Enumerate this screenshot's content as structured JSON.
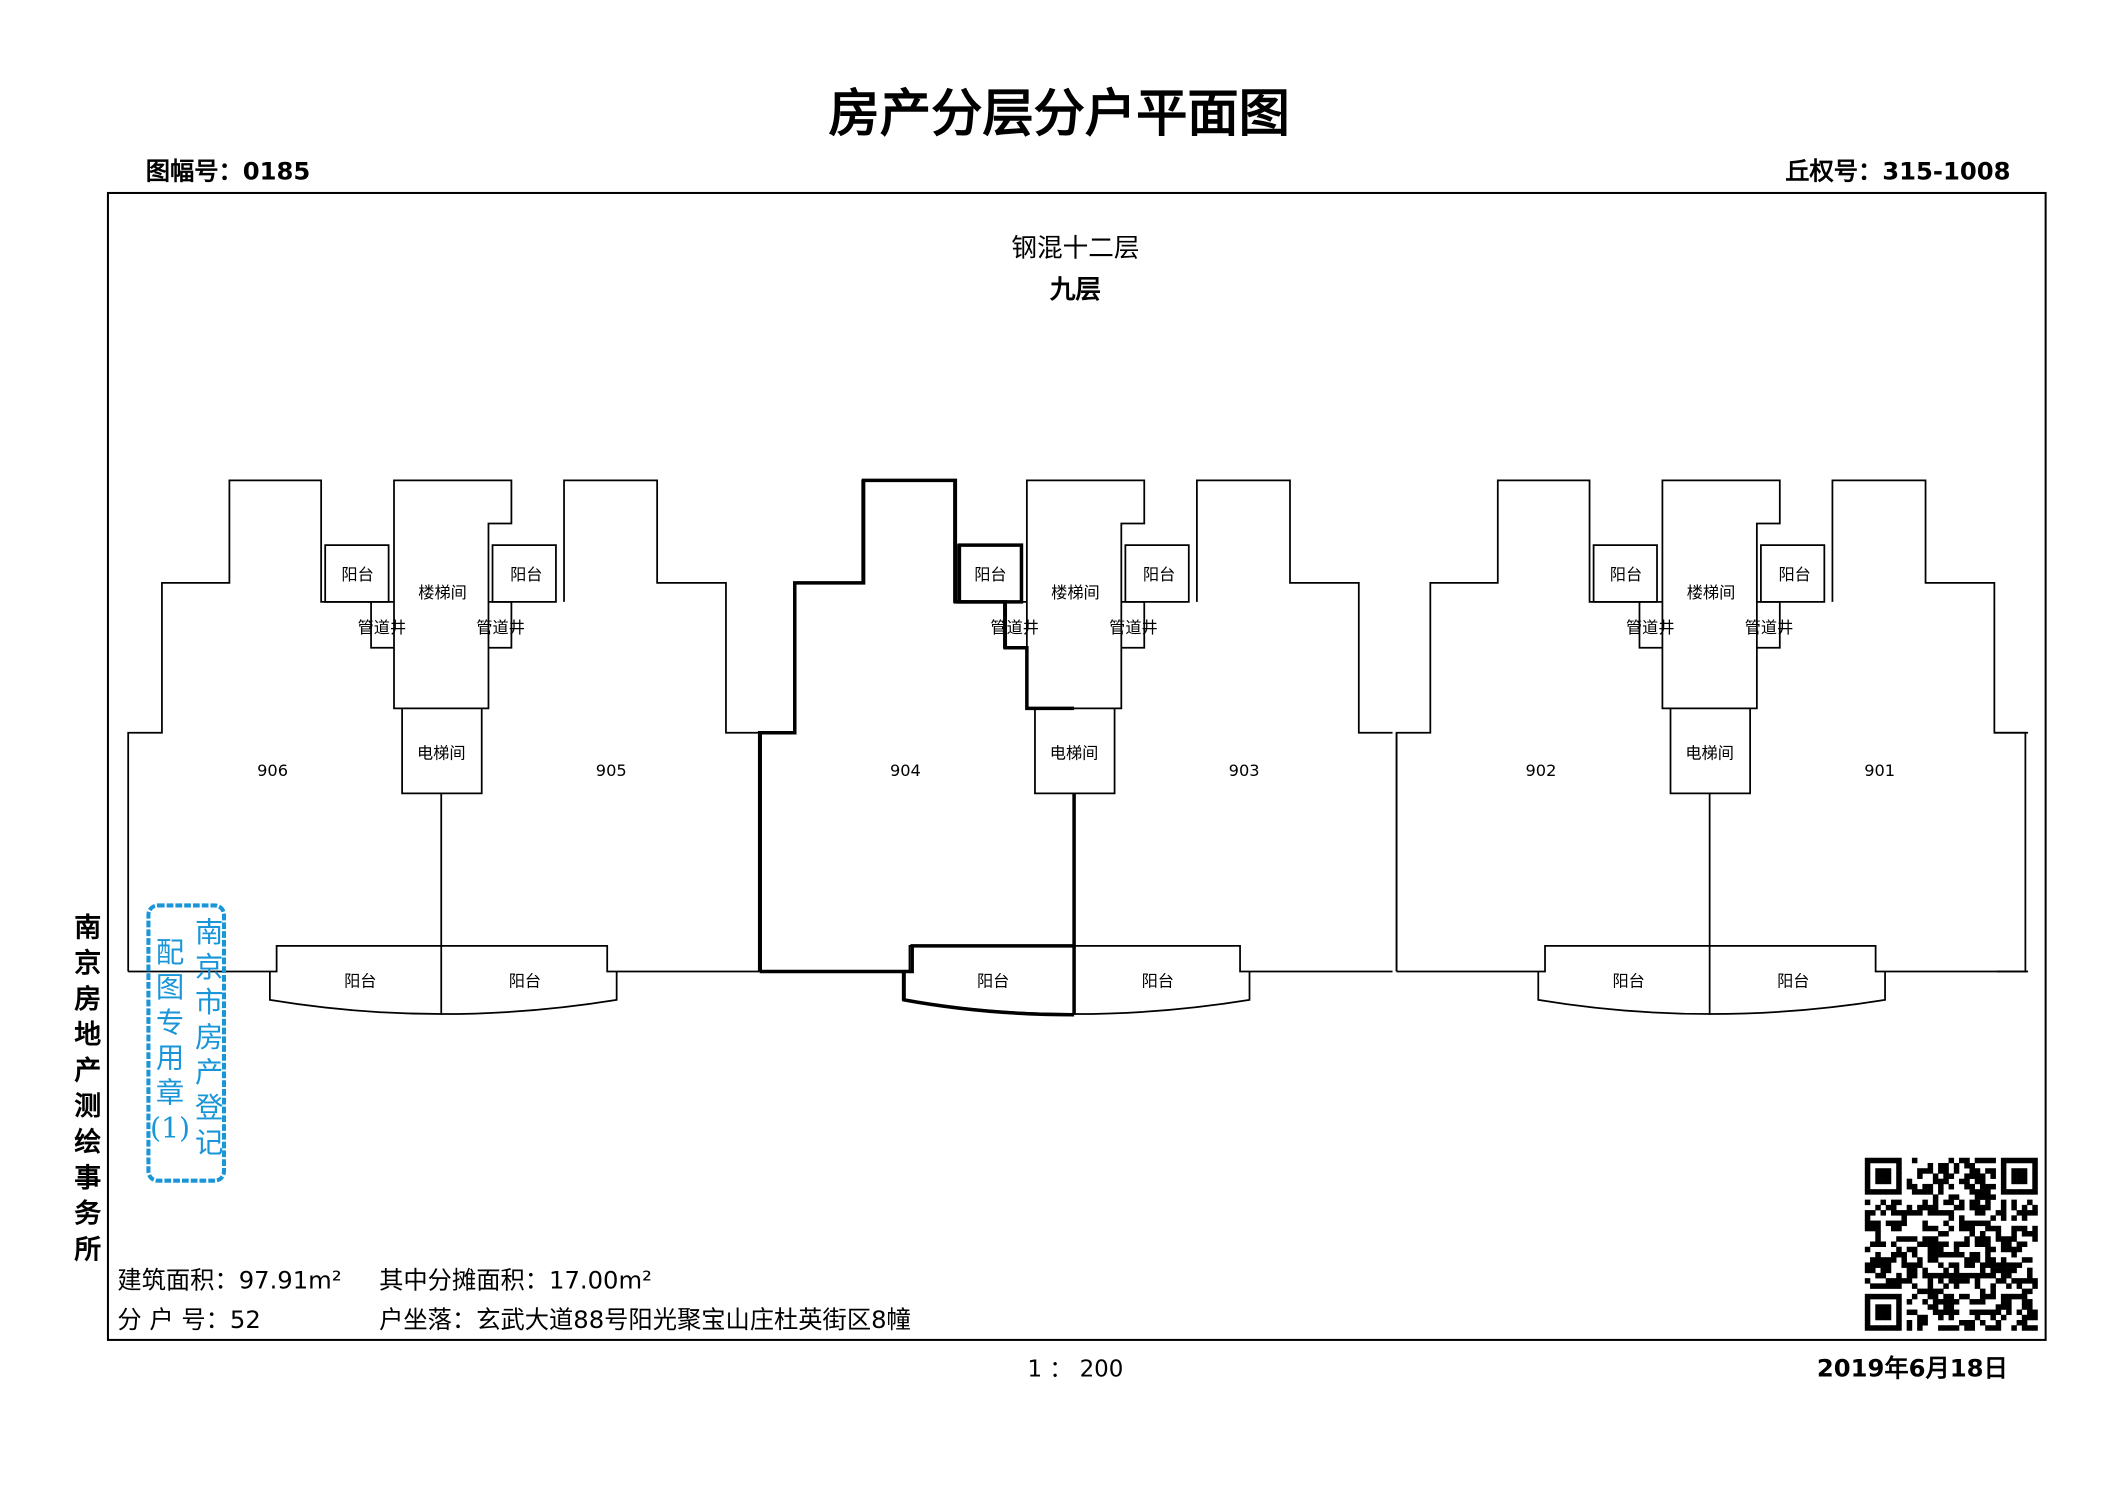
{
  "title": "房产分层分户平面图",
  "sheet_no": "图幅号：0185",
  "parcel_no": "丘权号：315-1008",
  "structure": "钢混十二层",
  "floor": "九层",
  "side_org": [
    "南",
    "京",
    "房",
    "地",
    "产",
    "测",
    "绘",
    "事",
    "务",
    "所"
  ],
  "stamp": {
    "col1": [
      "南",
      "京",
      "市",
      "房",
      "产",
      "登",
      "记"
    ],
    "col2": [
      "配",
      "图",
      "专",
      "用",
      "章",
      "(1)"
    ]
  },
  "rooms": {
    "balcony": "阳台",
    "stairs": "楼梯间",
    "shaft": "管道井",
    "elevator": "电梯间"
  },
  "units": [
    "906",
    "905",
    "904",
    "903",
    "902",
    "901"
  ],
  "highlighted_unit": "904",
  "info": {
    "area": "建筑面积：97.91m²",
    "shared_area": "其中分摊面积：17.00m²",
    "unit_no": "分 户 号：52",
    "address": "户坐落：玄武大道88号阳光聚宝山庄杜英街区8幢"
  },
  "scale": "1 ： 200",
  "date": "2019年6月18日",
  "colors": {
    "stamp": "#1a96d8",
    "line": "#000000"
  }
}
